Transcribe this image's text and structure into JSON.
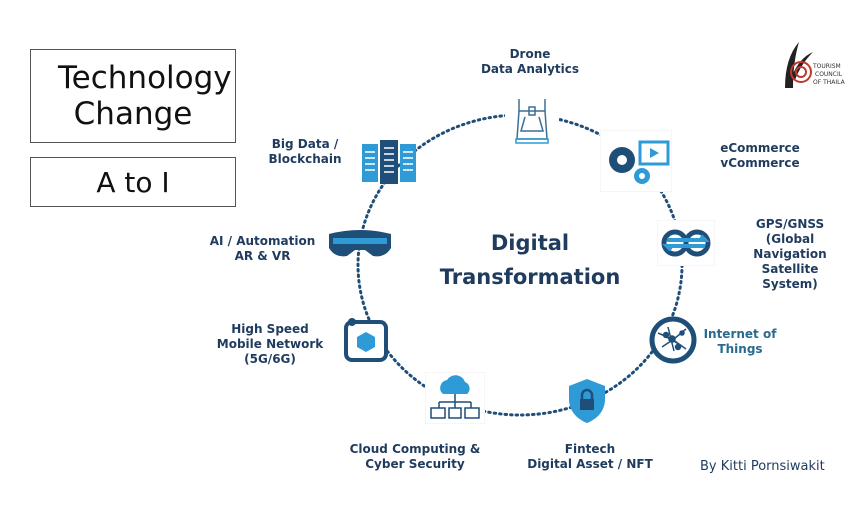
{
  "title": "Technology Change",
  "subtitle": "A to I",
  "center": {
    "line1": "Digital",
    "line2": "Transformation"
  },
  "nodes": [
    {
      "icon": "drone-icon",
      "label": "Drone\nData Analytics"
    },
    {
      "icon": "gears-video-icon",
      "label": "eCommerce\nvCommerce"
    },
    {
      "icon": "navigation-link-icon",
      "label": "GPS/GNSS\n(Global\nNavigation\nSatellite\nSystem)"
    },
    {
      "icon": "iot-globe-icon",
      "label": "Internet of\nThings"
    },
    {
      "icon": "shield-lock-icon",
      "label": "Fintech\nDigital Asset / NFT"
    },
    {
      "icon": "cloud-network-icon",
      "label": "Cloud Computing &\nCyber Security"
    },
    {
      "icon": "mobile-cube-icon",
      "label": "High Speed\nMobile Network\n(5G/6G)"
    },
    {
      "icon": "vr-headset-icon",
      "label": "AI / Automation\nAR & VR"
    },
    {
      "icon": "servers-icon",
      "label": "Big Data /\nBlockchain"
    }
  ],
  "author": "By Kitti Pornsiwakit",
  "logo": {
    "text": "TOURISM COUNCIL OF THAILAND"
  },
  "colors": {
    "dark": "#1f4e79",
    "light": "#2e9bd6",
    "text": "#1f3b5e"
  }
}
